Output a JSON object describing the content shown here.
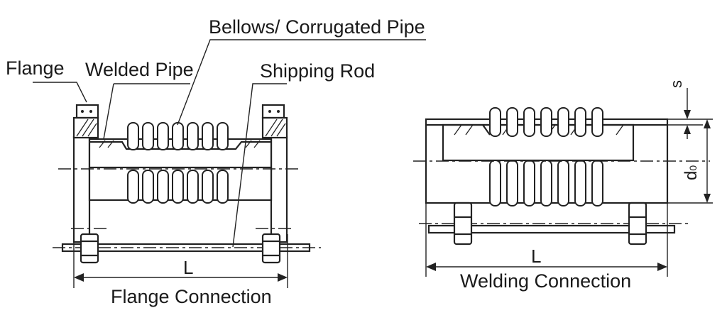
{
  "callouts": {
    "bellows": "Bellows/ Corrugated Pipe",
    "flange": "Flange",
    "welded_pipe": "Welded Pipe",
    "shipping_rod": "Shipping Rod"
  },
  "left_view": {
    "length_symbol": "L",
    "caption": "Flange Connection"
  },
  "right_view": {
    "length_symbol": "L",
    "s_symbol": "s",
    "d_symbol": "d",
    "d_subscript": "0",
    "caption": "Welding Connection"
  }
}
